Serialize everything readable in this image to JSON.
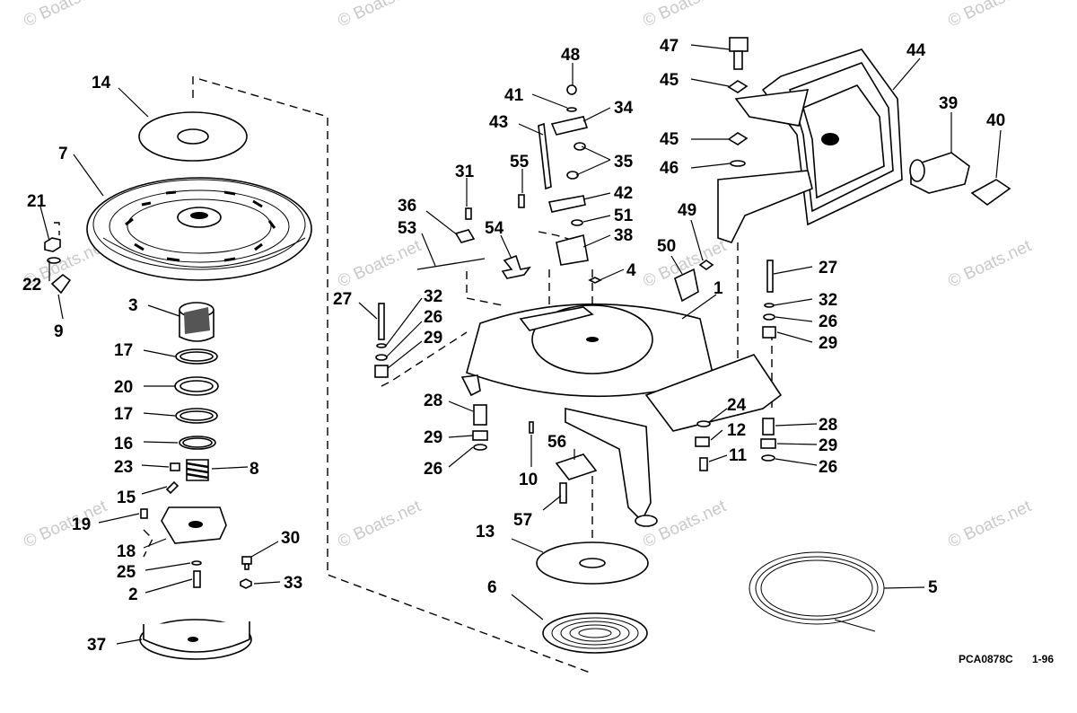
{
  "diagram": {
    "labels": {
      "p1": "1",
      "p2": "2",
      "p3": "3",
      "p4": "4",
      "p5": "5",
      "p6": "6",
      "p7": "7",
      "p8": "8",
      "p9": "9",
      "p10": "10",
      "p11": "11",
      "p12": "12",
      "p13": "13",
      "p14": "14",
      "p15": "15",
      "p16": "16",
      "p17a": "17",
      "p17b": "17",
      "p18": "18",
      "p19": "19",
      "p20": "20",
      "p21": "21",
      "p22": "22",
      "p23": "23",
      "p24": "24",
      "p25": "25",
      "p26a": "26",
      "p26b": "26",
      "p26c": "26",
      "p26d": "26",
      "p27a": "27",
      "p27b": "27",
      "p28a": "28",
      "p28b": "28",
      "p29a": "29",
      "p29b": "29",
      "p29c": "29",
      "p29d": "29",
      "p30": "30",
      "p31": "31",
      "p32a": "32",
      "p32b": "32",
      "p33": "33",
      "p34": "34",
      "p35": "35",
      "p36": "36",
      "p37": "37",
      "p38": "38",
      "p39": "39",
      "p40": "40",
      "p41": "41",
      "p42": "42",
      "p43": "43",
      "p44": "44",
      "p45a": "45",
      "p45b": "45",
      "p46": "46",
      "p47": "47",
      "p48": "48",
      "p49": "49",
      "p50": "50",
      "p51": "51",
      "p53": "53",
      "p54": "54",
      "p55": "55",
      "p56": "56",
      "p57": "57"
    },
    "footer_code": "PCA0878C",
    "footer_date": "1-96",
    "watermark": "© Boats.net"
  }
}
